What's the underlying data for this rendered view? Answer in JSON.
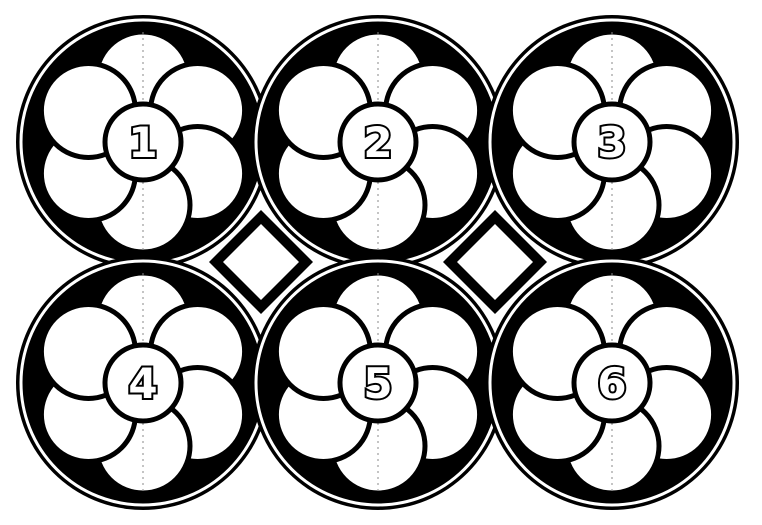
{
  "puzzle": {
    "circles": [
      {
        "number": "1"
      },
      {
        "number": "2"
      },
      {
        "number": "3"
      },
      {
        "number": "4"
      },
      {
        "number": "5"
      },
      {
        "number": "6"
      }
    ]
  },
  "colors": {
    "ink": "#000000",
    "petal": "#ffffff",
    "background": "#ffffff"
  }
}
